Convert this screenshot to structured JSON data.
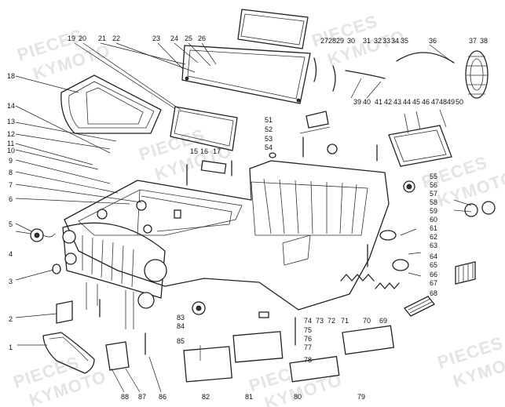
{
  "callouts": [
    {
      "n": "1"
    },
    {
      "n": "2"
    },
    {
      "n": "3"
    },
    {
      "n": "4"
    },
    {
      "n": "5"
    },
    {
      "n": "6"
    },
    {
      "n": "7"
    },
    {
      "n": "8"
    },
    {
      "n": "9"
    },
    {
      "n": "10"
    },
    {
      "n": "11"
    },
    {
      "n": "12"
    },
    {
      "n": "13"
    },
    {
      "n": "14"
    },
    {
      "n": "15"
    },
    {
      "n": "16"
    },
    {
      "n": "17"
    },
    {
      "n": "18"
    },
    {
      "n": "19"
    },
    {
      "n": "20"
    },
    {
      "n": "21"
    },
    {
      "n": "22"
    },
    {
      "n": "23"
    },
    {
      "n": "24"
    },
    {
      "n": "25"
    },
    {
      "n": "26"
    },
    {
      "n": "27"
    },
    {
      "n": "28"
    },
    {
      "n": "29"
    },
    {
      "n": "30"
    },
    {
      "n": "31"
    },
    {
      "n": "32"
    },
    {
      "n": "33"
    },
    {
      "n": "34"
    },
    {
      "n": "35"
    },
    {
      "n": "36"
    },
    {
      "n": "37"
    },
    {
      "n": "38"
    },
    {
      "n": "39"
    },
    {
      "n": "40"
    },
    {
      "n": "41"
    },
    {
      "n": "42"
    },
    {
      "n": "43"
    },
    {
      "n": "44"
    },
    {
      "n": "45"
    },
    {
      "n": "46"
    },
    {
      "n": "47"
    },
    {
      "n": "48"
    },
    {
      "n": "49"
    },
    {
      "n": "50"
    },
    {
      "n": "51"
    },
    {
      "n": "52"
    },
    {
      "n": "53"
    },
    {
      "n": "54"
    },
    {
      "n": "55"
    },
    {
      "n": "56"
    },
    {
      "n": "57"
    },
    {
      "n": "58"
    },
    {
      "n": "59"
    },
    {
      "n": "60"
    },
    {
      "n": "61"
    },
    {
      "n": "62"
    },
    {
      "n": "63"
    },
    {
      "n": "64"
    },
    {
      "n": "65"
    },
    {
      "n": "66"
    },
    {
      "n": "67"
    },
    {
      "n": "68"
    },
    {
      "n": "69"
    },
    {
      "n": "70"
    },
    {
      "n": "71"
    },
    {
      "n": "72"
    },
    {
      "n": "73"
    },
    {
      "n": "74"
    },
    {
      "n": "75"
    },
    {
      "n": "76"
    },
    {
      "n": "77"
    },
    {
      "n": "78"
    },
    {
      "n": "79"
    },
    {
      "n": "80"
    },
    {
      "n": "81"
    },
    {
      "n": "82"
    },
    {
      "n": "83"
    },
    {
      "n": "84"
    },
    {
      "n": "85"
    },
    {
      "n": "86"
    },
    {
      "n": "87"
    },
    {
      "n": "88"
    }
  ],
  "watermark": {
    "line1": "PIECES",
    "line2": "KYMOTO"
  },
  "colors": {
    "line": "#222222",
    "watermark": "#e4e4e4",
    "background": "#ffffff"
  }
}
